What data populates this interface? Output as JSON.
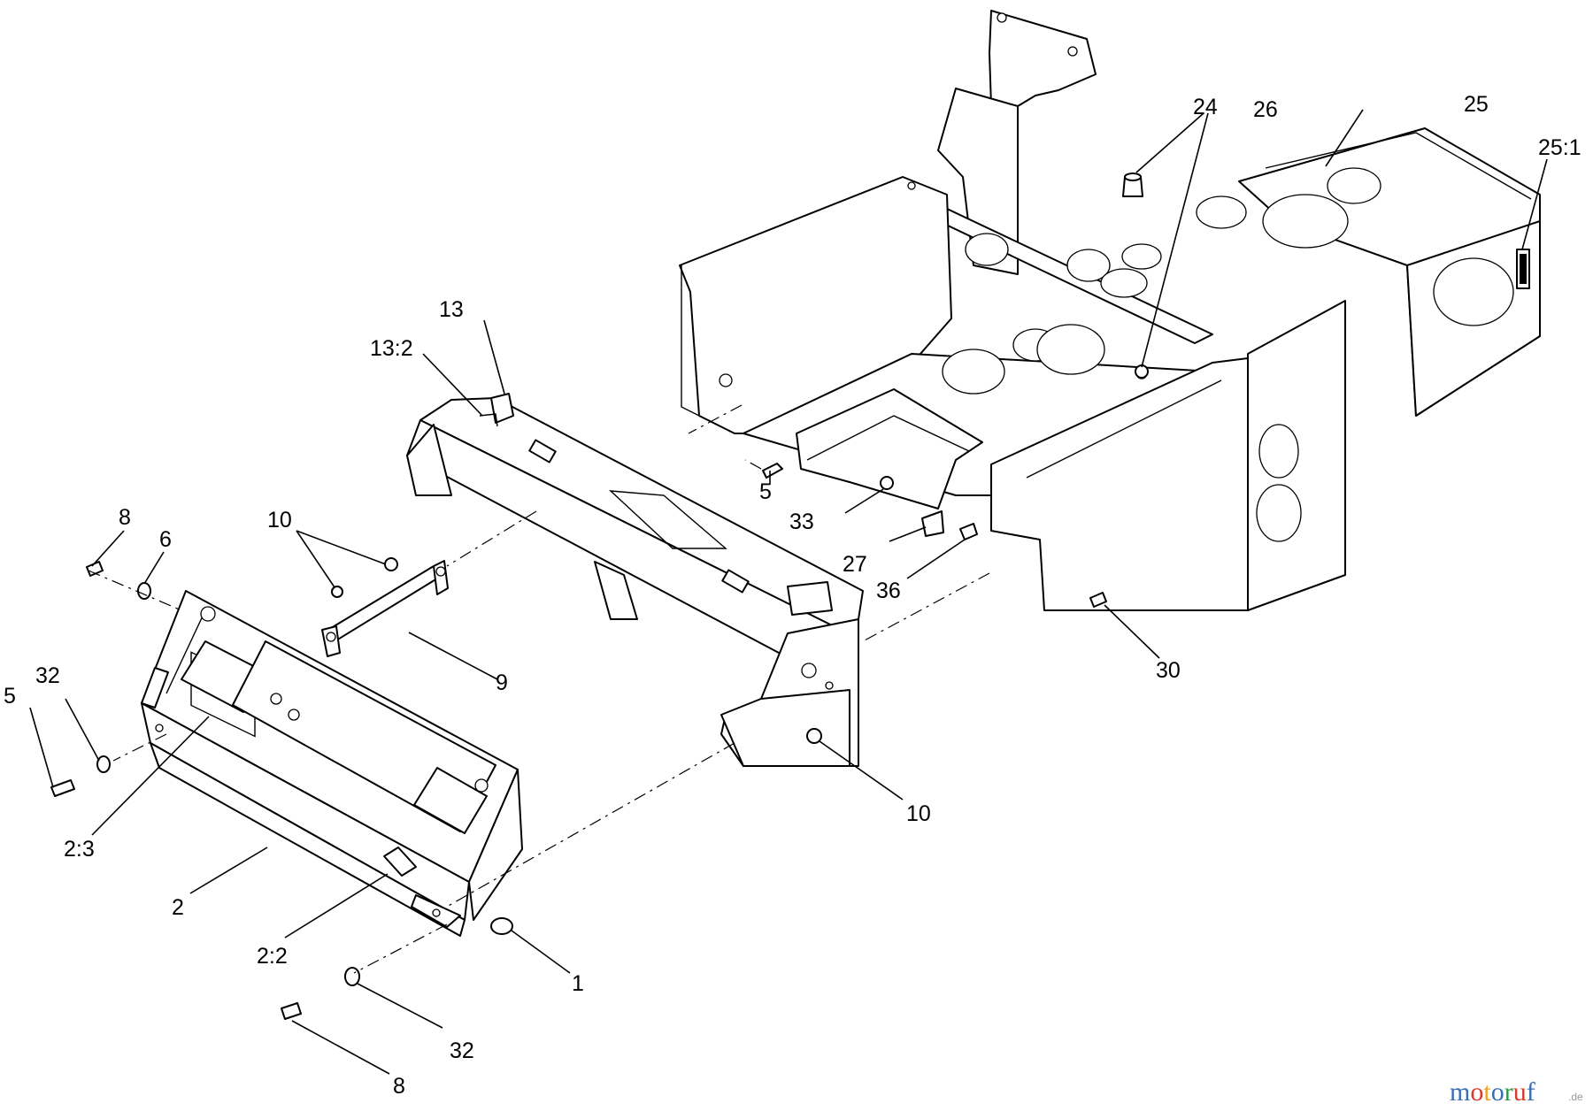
{
  "callouts": [
    {
      "id": "c-13",
      "text": "13"
    },
    {
      "id": "c-13-2",
      "text": "13:2"
    },
    {
      "id": "c-24",
      "text": "24"
    },
    {
      "id": "c-26",
      "text": "26"
    },
    {
      "id": "c-25",
      "text": "25"
    },
    {
      "id": "c-25-1",
      "text": "25:1"
    },
    {
      "id": "c-10a",
      "text": "10"
    },
    {
      "id": "c-8a",
      "text": "8"
    },
    {
      "id": "c-6",
      "text": "6"
    },
    {
      "id": "c-5a",
      "text": "5"
    },
    {
      "id": "c-33",
      "text": "33"
    },
    {
      "id": "c-27",
      "text": "27"
    },
    {
      "id": "c-36",
      "text": "36"
    },
    {
      "id": "c-30",
      "text": "30"
    },
    {
      "id": "c-9",
      "text": "9"
    },
    {
      "id": "c-32a",
      "text": "32"
    },
    {
      "id": "c-5b",
      "text": "5"
    },
    {
      "id": "c-10b",
      "text": "10"
    },
    {
      "id": "c-2-3",
      "text": "2:3"
    },
    {
      "id": "c-2",
      "text": "2"
    },
    {
      "id": "c-2-2",
      "text": "2:2"
    },
    {
      "id": "c-1",
      "text": "1"
    },
    {
      "id": "c-32b",
      "text": "32"
    },
    {
      "id": "c-8b",
      "text": "8"
    }
  ],
  "watermark": {
    "letters": [
      {
        "ch": "m",
        "color": "#3a6fb0"
      },
      {
        "ch": "o",
        "color": "#d93a2b"
      },
      {
        "ch": "t",
        "color": "#f0a020"
      },
      {
        "ch": "o",
        "color": "#3a6fb0"
      },
      {
        "ch": "r",
        "color": "#2e9b46"
      },
      {
        "ch": "u",
        "color": "#d93a2b"
      },
      {
        "ch": "f",
        "color": "#3a6fb0"
      }
    ],
    "suffix": ".de"
  }
}
